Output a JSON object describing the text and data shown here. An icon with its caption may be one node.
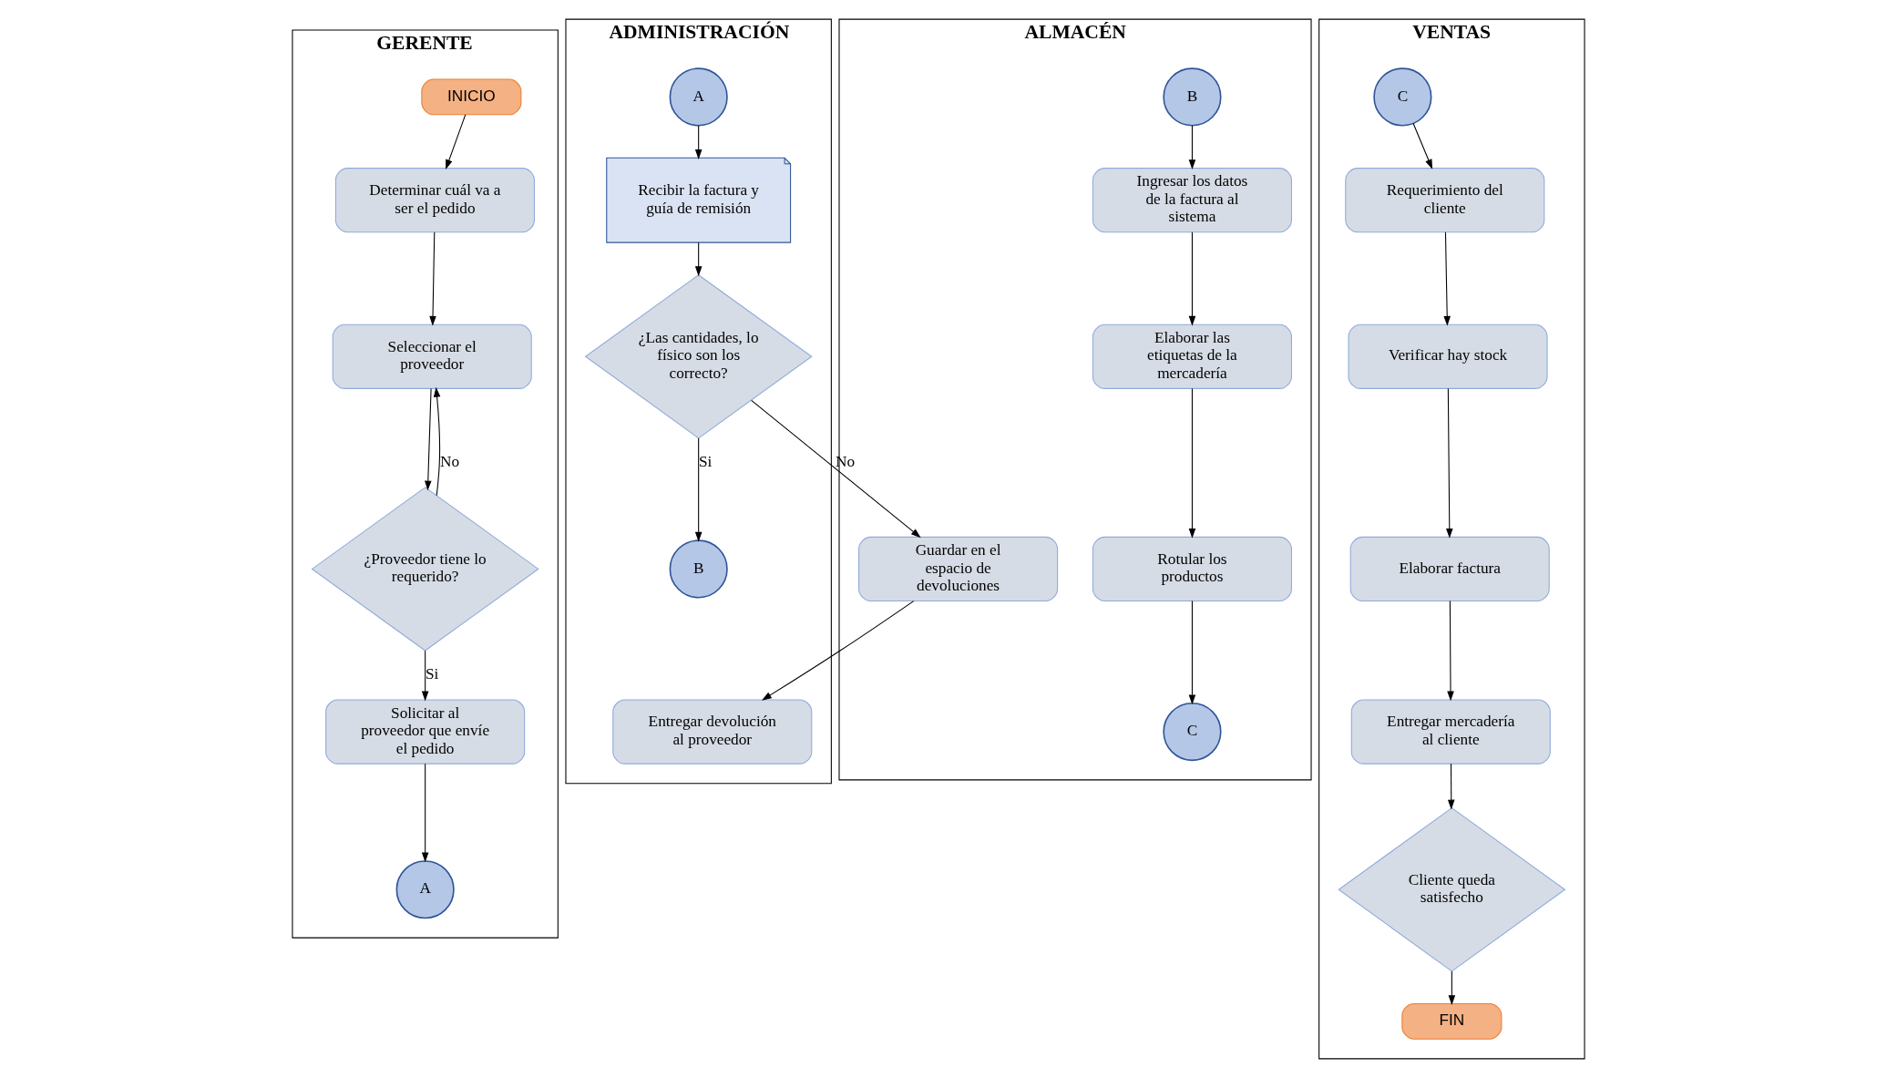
{
  "diagram": {
    "nodes": [
      {
        "text": [
          "GERENTE"
        ]
      },
      {
        "text": [
          "INICIO"
        ],
        "in": 0
      },
      {
        "text": [
          "Determinar cuál va a ser el pedido"
        ],
        "in": 0
      },
      {
        "text": [
          "Seleccionar el proveedor"
        ],
        "in": 0
      },
      {
        "text": [
          "¿Proveedor tiene lo requerido?"
        ],
        "in": 0
      },
      {
        "text": [
          "Solicitar al proveedor que envíe el pedido"
        ],
        "in": 0
      },
      {
        "text": [
          "A"
        ],
        "in": 0
      },
      {
        "text": [
          "ADMINISTRACIÓN"
        ]
      },
      {
        "text": [
          "A"
        ],
        "in": 7
      },
      {
        "text": [
          "Recibir la factura y guía de remisión"
        ],
        "in": 7
      },
      {
        "text": [
          "¿Las cantidades, lo físico son los correcto?"
        ],
        "in": 7
      },
      {
        "text": [
          "B"
        ],
        "in": 7
      },
      {
        "text": [
          "Entregar devolución al proveedor"
        ],
        "in": 7
      },
      {
        "text": [
          "ALMACÉN"
        ]
      },
      {
        "text": [
          "B"
        ],
        "in": 13
      },
      {
        "text": [
          "Ingresar los datos de la factura al sistema"
        ],
        "in": 13
      },
      {
        "text": [
          "Elaborar las etiquetas de la mercadería"
        ],
        "in": 13
      },
      {
        "text": [
          "Rotular los productos"
        ],
        "in": 13
      },
      {
        "text": [
          "C"
        ],
        "in": 13
      },
      {
        "text": [
          "Guardar en el espacio de devoluciones"
        ],
        "in": 13
      },
      {
        "text": [
          "VENTAS"
        ]
      },
      {
        "text": [
          "C"
        ],
        "in": 20
      },
      {
        "text": [
          "Requerimiento del cliente"
        ],
        "in": 20
      },
      {
        "text": [
          "Verificar hay stock"
        ],
        "in": 20
      },
      {
        "text": [
          "Elaborar factura"
        ],
        "in": 20
      },
      {
        "text": [
          "Entregar mercadería al cliente"
        ],
        "in": 20
      },
      {
        "text": [
          "Cliente queda satisfecho"
        ],
        "in": 20
      },
      {
        "text": [
          "FIN"
        ],
        "in": 20
      }
    ],
    "edges": [
      {
        "from": 1,
        "to": 2,
        "arrow": "to"
      },
      {
        "from": 2,
        "to": 3,
        "arrow": "to"
      },
      {
        "from": 3,
        "to": 4,
        "arrow": "to"
      },
      {
        "from": 4,
        "to": 3,
        "arrow": "to",
        "label": "No"
      },
      {
        "from": 4,
        "to": 5,
        "arrow": "to",
        "label": "Si"
      },
      {
        "from": 5,
        "to": 6,
        "arrow": "to"
      },
      {
        "from": 8,
        "to": 9,
        "arrow": "to"
      },
      {
        "from": 9,
        "to": 10,
        "arrow": "to"
      },
      {
        "from": 10,
        "to": 11,
        "arrow": "to",
        "label": "Si"
      },
      {
        "from": 10,
        "to": 19,
        "arrow": "to",
        "label": "No"
      },
      {
        "from": 19,
        "to": 12,
        "arrow": "to"
      },
      {
        "from": 14,
        "to": 15,
        "arrow": "to"
      },
      {
        "from": 15,
        "to": 16,
        "arrow": "to"
      },
      {
        "from": 16,
        "to": 17,
        "arrow": "to"
      },
      {
        "from": 17,
        "to": 18,
        "arrow": "to"
      },
      {
        "from": 21,
        "to": 22,
        "arrow": "to"
      },
      {
        "from": 22,
        "to": 23,
        "arrow": "to"
      },
      {
        "from": 23,
        "to": 24,
        "arrow": "to"
      },
      {
        "from": 24,
        "to": 25,
        "arrow": "to"
      },
      {
        "from": 25,
        "to": 26,
        "arrow": "to"
      },
      {
        "from": 26,
        "to": 27,
        "arrow": "to"
      }
    ]
  }
}
